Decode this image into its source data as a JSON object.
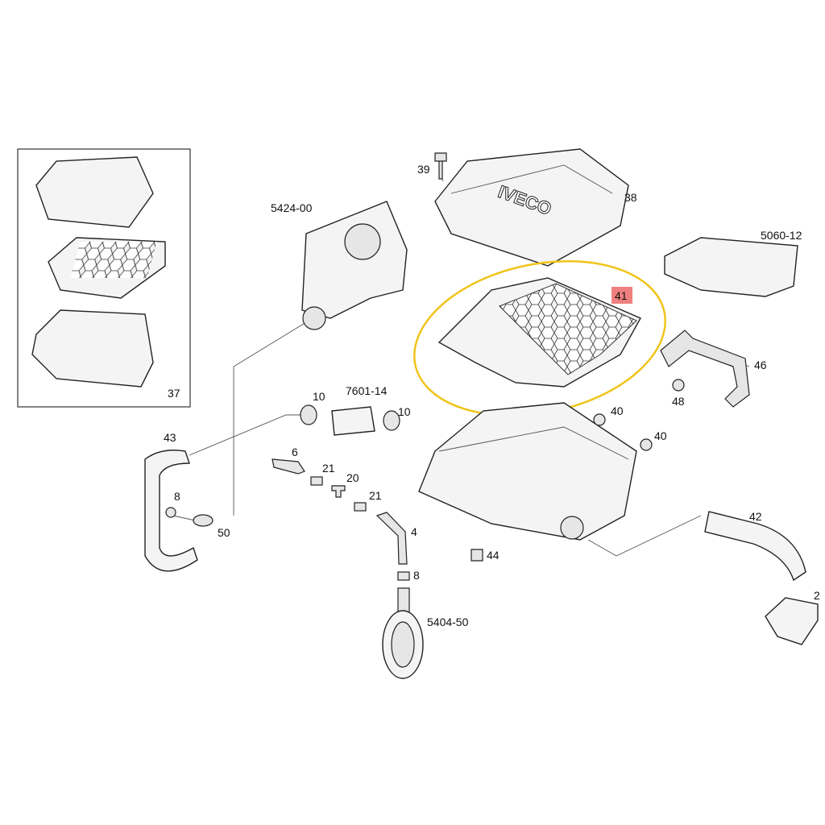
{
  "diagram": {
    "highlight_color": "#f0c419",
    "selected_label_color": "#f08080",
    "selected_part": "41",
    "labels": {
      "l39": "39",
      "l38": "38",
      "l5424": "5424-00",
      "l5060": "5060-12",
      "l41": "41",
      "l46": "46",
      "l48": "48",
      "l40a": "40",
      "l40b": "40",
      "l10a": "10",
      "l7601": "7601-14",
      "l10b": "10",
      "l43": "43",
      "l6": "6",
      "l21a": "21",
      "l20": "20",
      "l21b": "21",
      "l8a": "8",
      "l50": "50",
      "l4": "4",
      "l8b": "8",
      "l44": "44",
      "l42": "42",
      "l2": "2",
      "l5404": "5404-50",
      "l37": "37"
    },
    "logo_text": "IVECO"
  }
}
